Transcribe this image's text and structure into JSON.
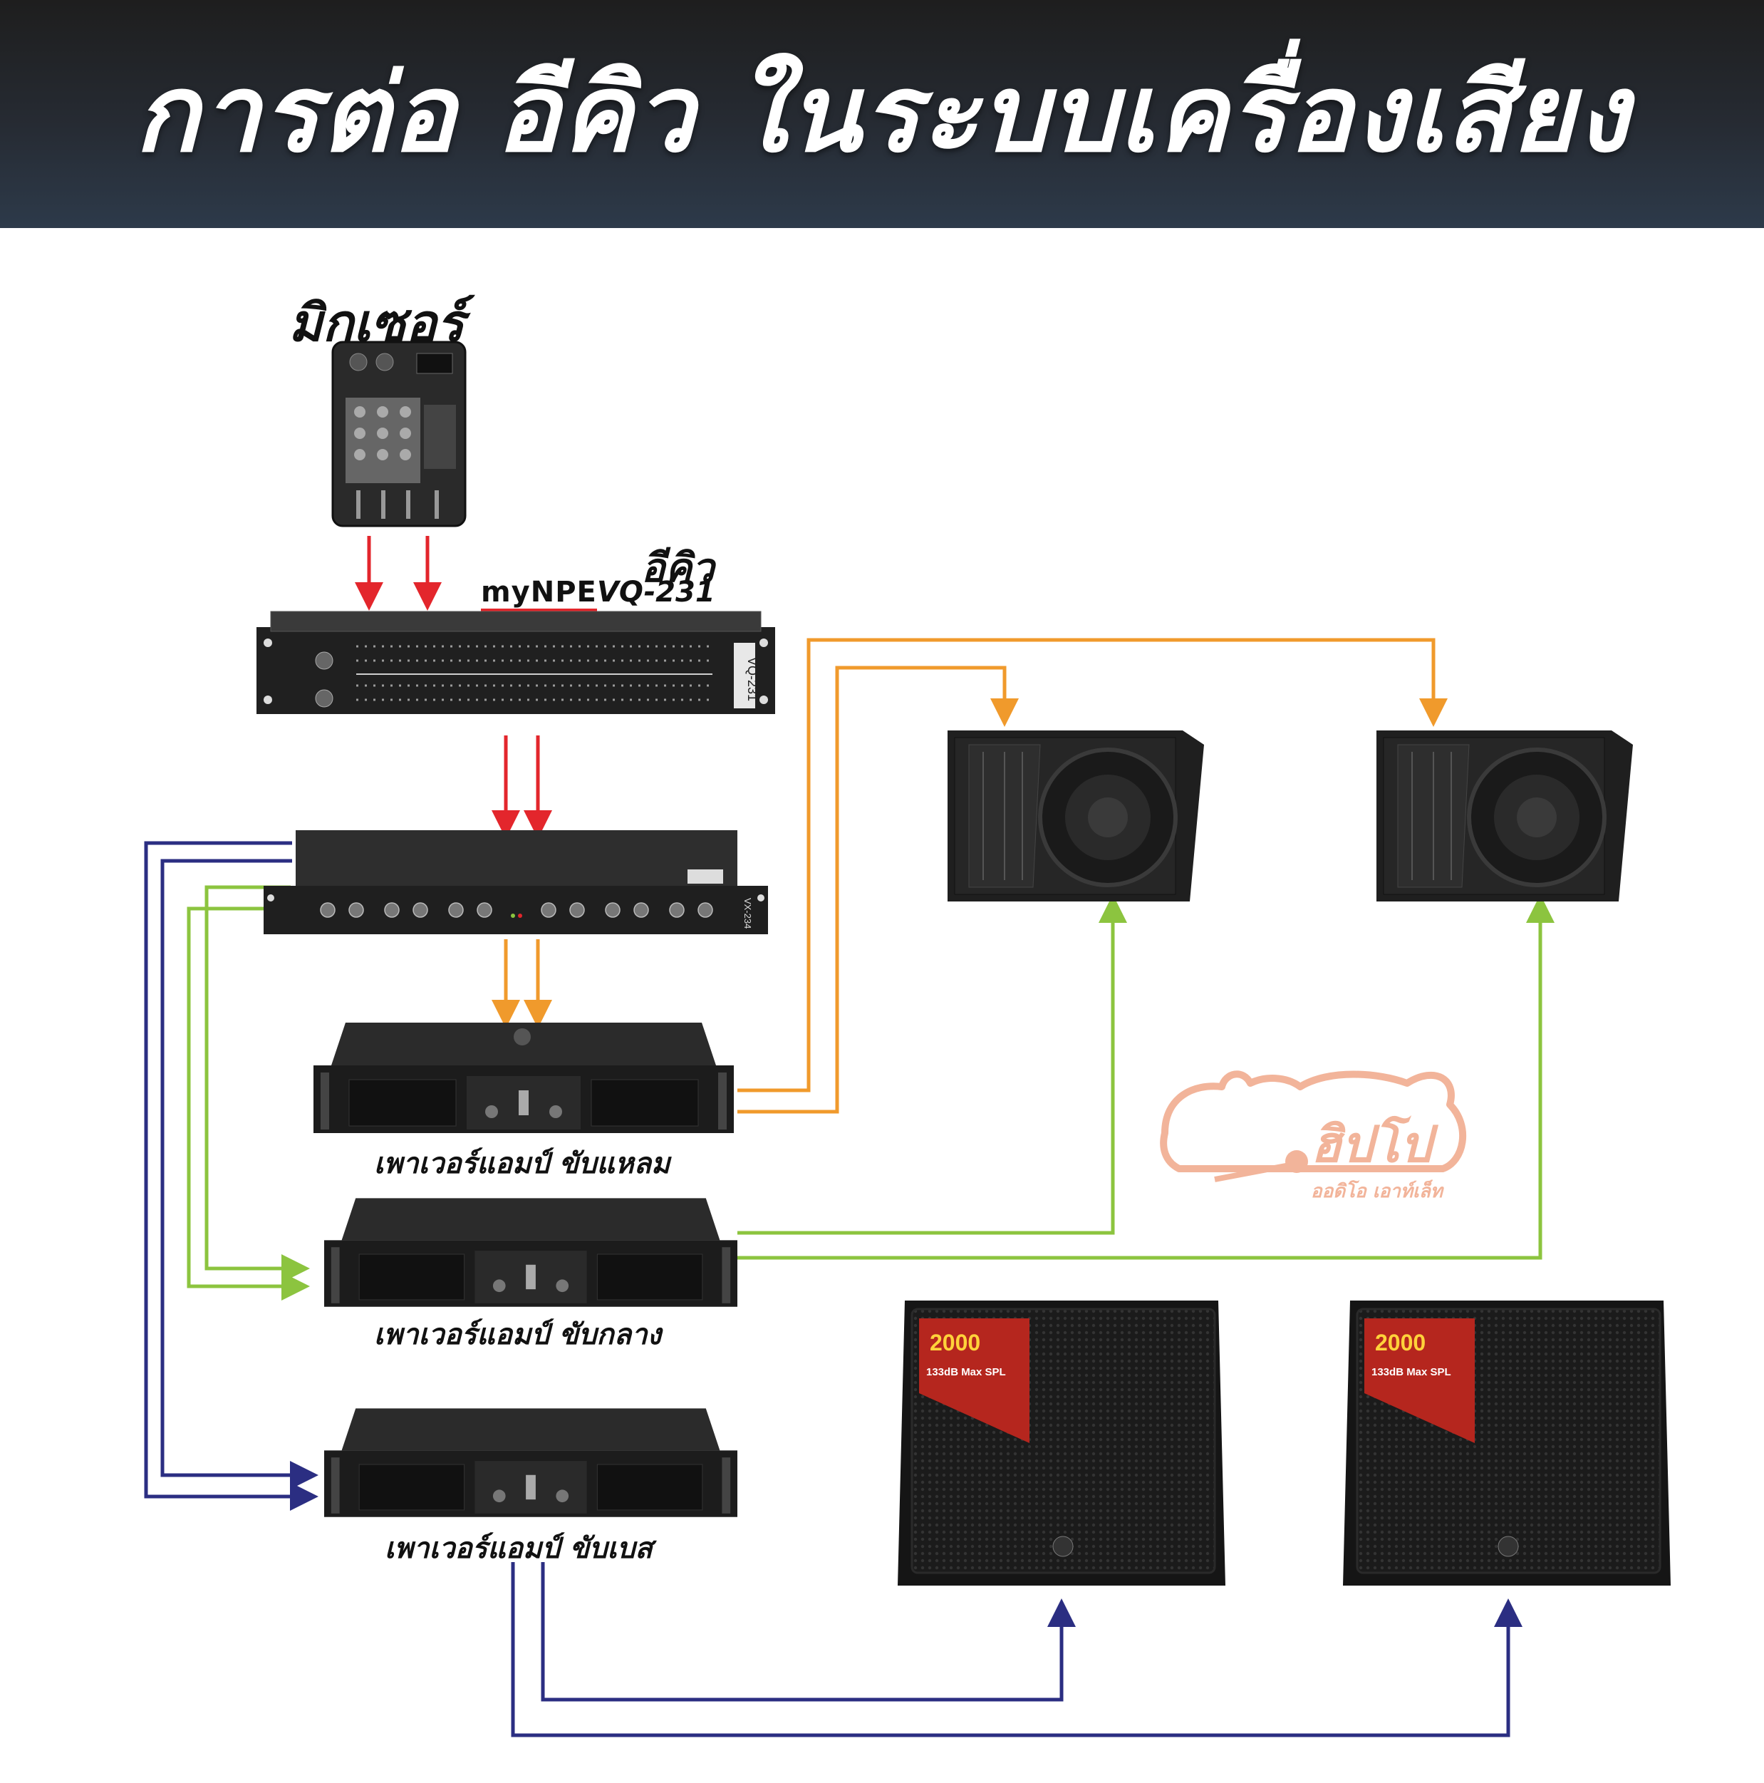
{
  "header": {
    "title": "การต่อ อีคิว ในระบบเครื่องเสียง"
  },
  "labels": {
    "mixer": "มิกเซอร์",
    "eq": "อีคิว",
    "eq_brand": "myNPE",
    "eq_model": "VQ-231",
    "amp_high": "เพาเวอร์แอมป์ ขับแหลม",
    "amp_mid": "เพาเวอร์แอมป์ ขับกลาง",
    "amp_bass": "เพาเวอร์แอมป์ ขับเบส"
  },
  "devices": {
    "eq_panel_model": "VQ-231",
    "crossover_panel_model": "VX-234",
    "sub_badge": "2000",
    "sub_spl": "133dB Max SPL"
  },
  "watermark": {
    "name": "ฮิปโป",
    "tagline": "ออดิโอ เอาท์เล็ท"
  },
  "colors": {
    "signal_red": "#e3262c",
    "high_orange": "#f09a2c",
    "mid_green": "#8cc43f",
    "bass_navy": "#2b2e82",
    "watermark": "#f2b49a"
  }
}
